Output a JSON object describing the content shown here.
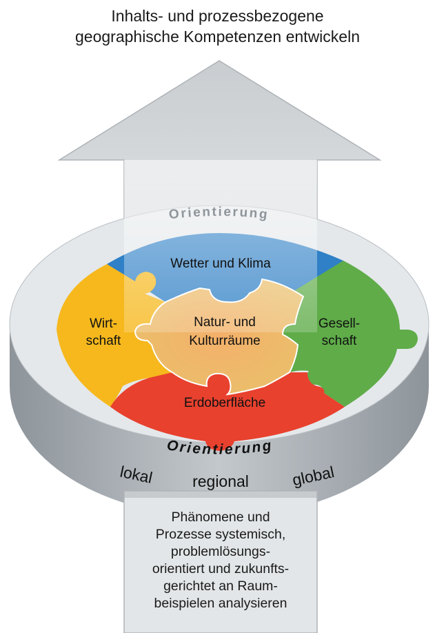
{
  "title": {
    "line1": "Inhalts- und prozessbezogene",
    "line2": "geographische Kompetenzen entwickeln"
  },
  "ring": {
    "top_label": "Orientierung",
    "bottom_label": "Orientierung"
  },
  "puzzle": {
    "top": "Wetter und Klima",
    "left_line1": "Wirt-",
    "left_line2": "schaft",
    "right_line1": "Gesell-",
    "right_line2": "schaft",
    "bottom": "Erdoberfläche",
    "center_line1": "Natur- und",
    "center_line2": "Kulturräume"
  },
  "scale": {
    "local": "lokal",
    "regional": "regional",
    "global": "global"
  },
  "bottom_box": {
    "line1": "Phänomene und",
    "line2": "Prozesse systemisch,",
    "line3": "problemlösungs-",
    "line4": "orientiert und zukunfts-",
    "line5": "gerichtet an Raum-",
    "line6": "beispielen analysieren"
  },
  "colors": {
    "blue": "#2f80c6",
    "yellow": "#f6b81d",
    "green": "#5fac49",
    "red": "#e8412e",
    "arrow": "#d7dadd",
    "disc": "#b6bcc1"
  }
}
